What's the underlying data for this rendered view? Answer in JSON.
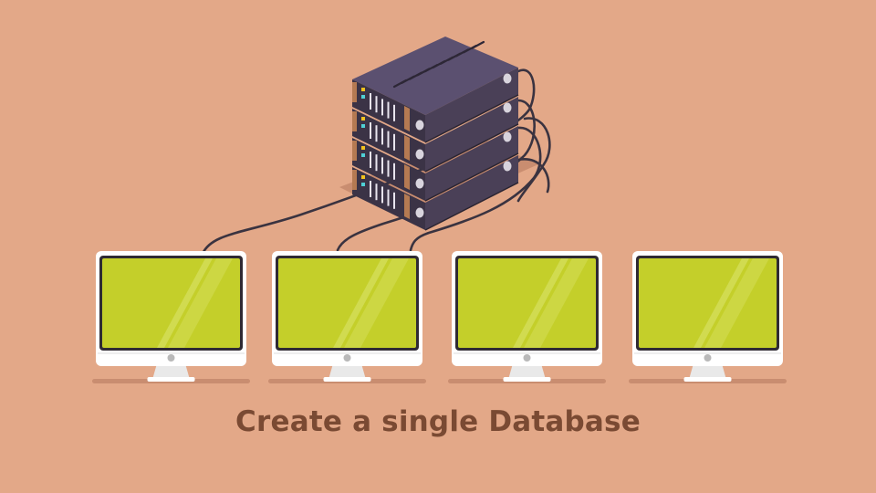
{
  "caption": "Create a single Database",
  "colors": {
    "background": "#e3a888",
    "caption_text": "#7a4a33",
    "server_front": "#3b3346",
    "server_side": "#4a4057",
    "server_top": "#5b5070",
    "cable": "#3a3340",
    "monitor_frame": "#ffffff",
    "monitor_bezel": "#2f2a33",
    "monitor_screen": "#c4cf2a",
    "monitor_shadow": "#c98d70",
    "led_yellow": "#f2c21d",
    "led_cyan": "#4fd0d6"
  },
  "icons": {
    "server": "server-rack-icon",
    "monitor": "desktop-monitor-icon"
  },
  "monitor_count": 4,
  "server_unit_count": 4
}
